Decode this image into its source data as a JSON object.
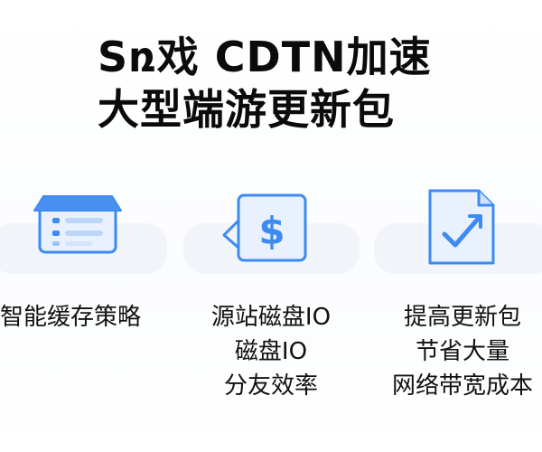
{
  "title": {
    "line1": "Sռ戏  CDTN加速",
    "line2": "大型端游更新包"
  },
  "features": [
    {
      "icon": "server-icon",
      "lines": [
        "智能缓存策略"
      ]
    },
    {
      "icon": "dollar-icon",
      "lines": [
        "源站磁盘IO",
        "磁盘IO",
        "分友效率"
      ]
    },
    {
      "icon": "checkmark-document-icon",
      "lines": [
        "提高更新包",
        "节省大量",
        "网络带宽成本"
      ]
    }
  ],
  "colors": {
    "accent_blue": "#3d8bf2",
    "icon_fill": "#e8f1fd",
    "pill_bg": "#f1f4f8"
  }
}
